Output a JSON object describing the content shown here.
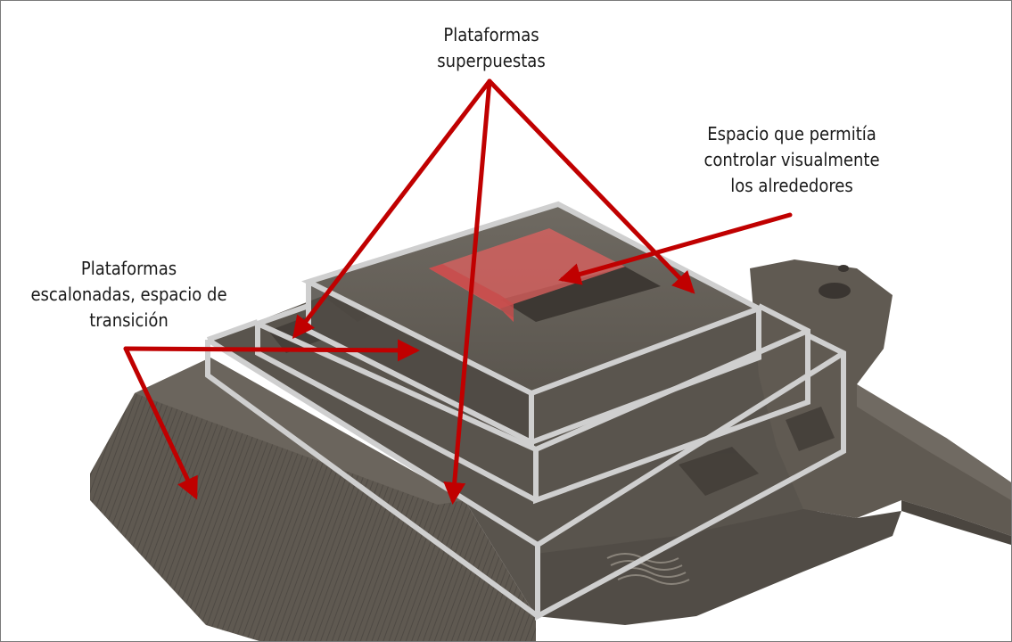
{
  "annotations": {
    "top": {
      "lines": [
        "Plataformas",
        "superpuestas"
      ]
    },
    "right": {
      "lines": [
        "Espacio que permitía",
        "controlar visualmente",
        "los alrededores"
      ]
    },
    "left": {
      "lines": [
        "Plataformas",
        "escalonadas, espacio de",
        "transición"
      ]
    }
  },
  "colors": {
    "terrain": "#5e5850",
    "terrain_light": "#77716a",
    "terrain_dark": "#3f3a35",
    "outline": "#cfcfcf",
    "arrow": "#c00000",
    "highlight": "#e0605f"
  }
}
